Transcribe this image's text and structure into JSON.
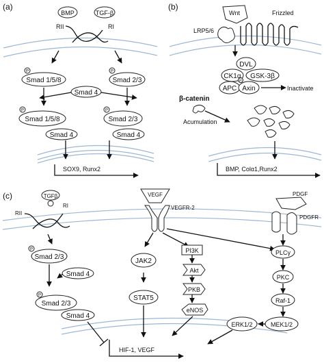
{
  "panels": {
    "a": {
      "label": "(a)",
      "bmp": "BMP",
      "tgfb": "TGF-β",
      "rii": "RII",
      "ri": "RI",
      "p": "P",
      "smad158": "Smad 1/5/8",
      "smad23": "Smad 2/3",
      "smad4": "Smad 4",
      "output": "SOX9, Runx2"
    },
    "b": {
      "label": "(b)",
      "wnt": "Wnt",
      "frizzled": "Frizzled",
      "lrp": "LRP5/6",
      "dvl": "DVL",
      "ck1": "CK1α",
      "gsk": "GSK-3β",
      "apc": "APC",
      "axin": "Axin",
      "p": "P",
      "inactivate": "Inactivate",
      "bcatenin": "β-catenin",
      "accum": "Acumulation",
      "output": "BMP, Colα1,Runx2"
    },
    "c": {
      "label": "(c)",
      "tgfb": "TGFβ",
      "rii": "RII",
      "ri": "RI",
      "vegf": "VEGF",
      "vegfr2": "VEGFR-2",
      "pdgf": "PDGF",
      "pdgfr": "PDGFR",
      "p": "P",
      "smad23": "Smad 2/3",
      "smad4": "Smad 4",
      "jak2": "JAK2",
      "stat5": "STAT5",
      "pi3k": "PI3K",
      "akt": "Akt",
      "pkb": "PKB",
      "enos": "eNOS",
      "plcg": "PLCγ",
      "pkc": "PKC",
      "raf1": "Raf-1",
      "erk": "ERK1/2",
      "mek": "MEK1/2",
      "output": "HIF-1, VEGF"
    }
  }
}
